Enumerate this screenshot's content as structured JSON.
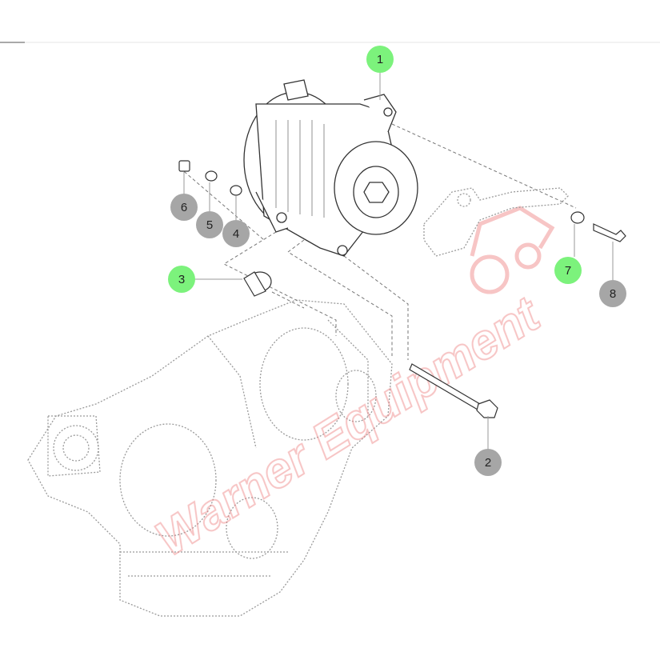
{
  "diagram": {
    "colors": {
      "highlight": "#7cf27c",
      "normal": "#a6a6a6",
      "watermark": "#f4b8b8"
    },
    "watermark": "Warner Equipment",
    "callouts": [
      {
        "number": "1",
        "part": "alternator",
        "highlighted": true
      },
      {
        "number": "2",
        "part": "long-bolt",
        "highlighted": false
      },
      {
        "number": "3",
        "part": "spacer-sleeve",
        "highlighted": true
      },
      {
        "number": "4",
        "part": "washer",
        "highlighted": false
      },
      {
        "number": "5",
        "part": "lock-washer",
        "highlighted": false
      },
      {
        "number": "6",
        "part": "nut",
        "highlighted": false
      },
      {
        "number": "7",
        "part": "washer",
        "highlighted": true
      },
      {
        "number": "8",
        "part": "bolt",
        "highlighted": false
      }
    ]
  }
}
